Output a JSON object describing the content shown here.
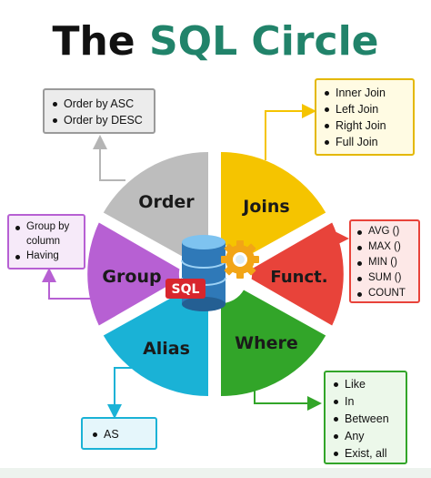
{
  "title": {
    "part1": "The",
    "part2": "SQL Circle"
  },
  "center_label": "SQL",
  "segments": {
    "order": "Order",
    "joins": "Joins",
    "group": "Group",
    "funct": "Funct.",
    "alias": "Alias",
    "where": "Where"
  },
  "boxes": {
    "order": [
      "Order by ASC",
      "Order by DESC"
    ],
    "joins": [
      "Inner Join",
      "Left Join",
      "Right Join",
      "Full Join"
    ],
    "group": [
      "Group by",
      "column",
      "Having"
    ],
    "funct": [
      "AVG ()",
      "MAX ()",
      "MIN ()",
      "SUM ()",
      "COUNT"
    ],
    "alias": [
      "AS"
    ],
    "where": [
      "Like",
      "In",
      "Between",
      "Any",
      "Exist, all"
    ]
  },
  "colors": {
    "order": "#bdbdbd",
    "joins": "#f5c400",
    "group": "#b760d3",
    "funct": "#e8433a",
    "alias": "#1ab2d6",
    "where": "#32a529",
    "title_accent": "#21836a"
  }
}
